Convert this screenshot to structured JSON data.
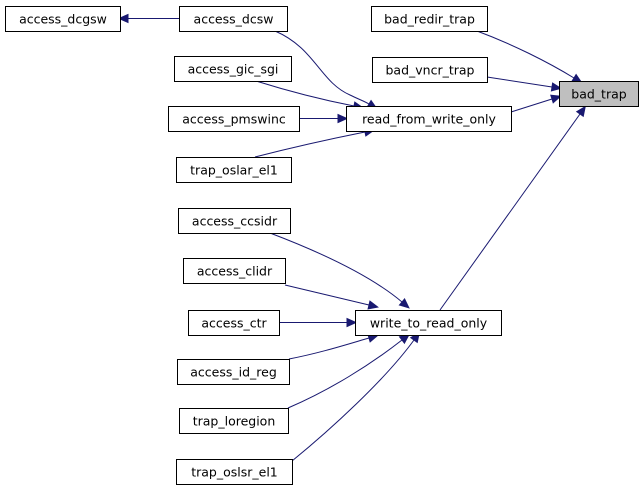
{
  "graph": {
    "colors": {
      "edge": "#191970",
      "node_fill": "#ffffff",
      "highlight_fill": "#bfbfbf",
      "border": "#000000"
    },
    "nodes": [
      {
        "id": "access_dcgsw",
        "label": "access_dcgsw"
      },
      {
        "id": "access_dcsw",
        "label": "access_dcsw"
      },
      {
        "id": "bad_redir_trap",
        "label": "bad_redir_trap"
      },
      {
        "id": "bad_vncr_trap",
        "label": "bad_vncr_trap"
      },
      {
        "id": "bad_trap",
        "label": "bad_trap",
        "highlight": true
      },
      {
        "id": "access_gic_sgi",
        "label": "access_gic_sgi"
      },
      {
        "id": "access_pmswinc",
        "label": "access_pmswinc"
      },
      {
        "id": "read_from_write_only",
        "label": "read_from_write_only"
      },
      {
        "id": "trap_oslar_el1",
        "label": "trap_oslar_el1"
      },
      {
        "id": "access_ccsidr",
        "label": "access_ccsidr"
      },
      {
        "id": "access_clidr",
        "label": "access_clidr"
      },
      {
        "id": "access_ctr",
        "label": "access_ctr"
      },
      {
        "id": "write_to_read_only",
        "label": "write_to_read_only"
      },
      {
        "id": "access_id_reg",
        "label": "access_id_reg"
      },
      {
        "id": "trap_loregion",
        "label": "trap_loregion"
      },
      {
        "id": "trap_oslsr_el1",
        "label": "trap_oslsr_el1"
      }
    ],
    "edges": [
      {
        "from": "access_dcsw",
        "to": "access_dcgsw"
      },
      {
        "from": "bad_redir_trap",
        "to": "bad_trap"
      },
      {
        "from": "bad_vncr_trap",
        "to": "bad_trap"
      },
      {
        "from": "read_from_write_only",
        "to": "bad_trap"
      },
      {
        "from": "write_to_read_only",
        "to": "bad_trap"
      },
      {
        "from": "access_dcsw",
        "to": "read_from_write_only"
      },
      {
        "from": "access_gic_sgi",
        "to": "read_from_write_only"
      },
      {
        "from": "access_pmswinc",
        "to": "read_from_write_only"
      },
      {
        "from": "trap_oslar_el1",
        "to": "read_from_write_only"
      },
      {
        "from": "access_ccsidr",
        "to": "write_to_read_only"
      },
      {
        "from": "access_clidr",
        "to": "write_to_read_only"
      },
      {
        "from": "access_ctr",
        "to": "write_to_read_only"
      },
      {
        "from": "access_id_reg",
        "to": "write_to_read_only"
      },
      {
        "from": "trap_loregion",
        "to": "write_to_read_only"
      },
      {
        "from": "trap_oslsr_el1",
        "to": "write_to_read_only"
      }
    ]
  }
}
